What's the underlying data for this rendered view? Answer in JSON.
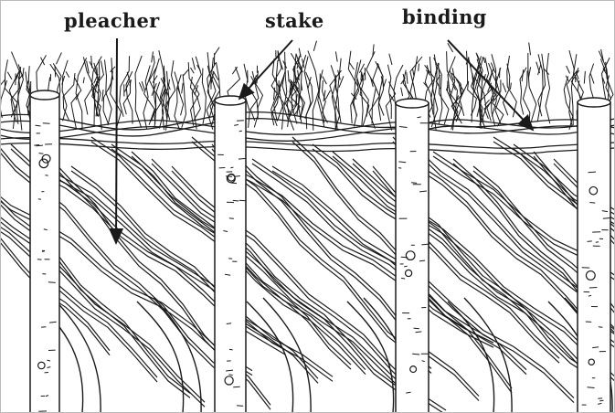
{
  "labels": {
    "pleacher": "pleacher",
    "stake": "stake",
    "binding": "binding"
  },
  "colors": {
    "ink": "#1a1a1a",
    "paper": "#ffffff"
  }
}
